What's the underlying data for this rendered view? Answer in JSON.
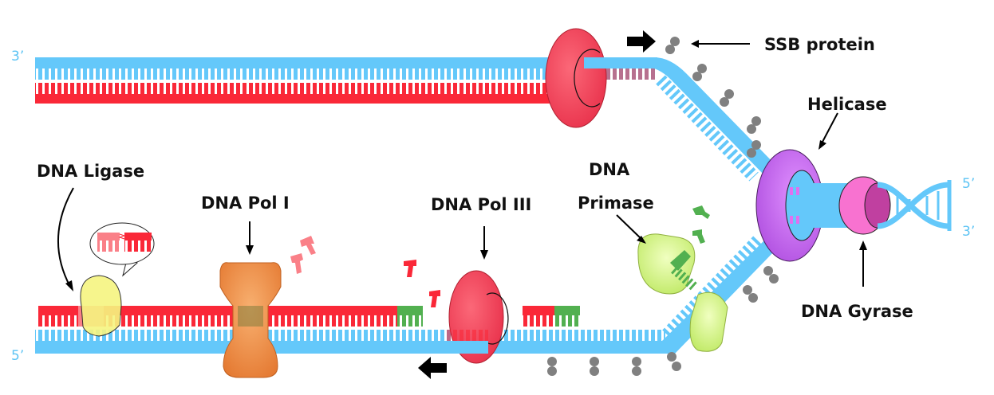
{
  "title": "DNA Replication Fork",
  "colors": {
    "template_strand": "#64c8fa",
    "parent_strand": "#fa2838",
    "okazaki_fragment_old": "#fa8088",
    "rna_primer": "#52b050",
    "helicase": "#c860f0",
    "dna_gyrase": "#f872d0",
    "dna_pol_iii": "#f84860",
    "dna_pol_i": "#f08a48",
    "dna_ligase": "#f6f480",
    "primase": "#cef07a",
    "ssb_protein": "#808080"
  },
  "strand_ends": {
    "top_left": "3’",
    "bottom_left": "5’",
    "right_top": "5’",
    "right_bottom": "3’"
  },
  "labels": {
    "ssb": "SSB protein",
    "helicase": "Helicase",
    "dna_gyrase": "DNA Gyrase",
    "primase_line1": "DNA",
    "primase_line2": "Primase",
    "pol_iii": "DNA Pol III",
    "pol_i": "DNA Pol I",
    "ligase": "DNA Ligase"
  },
  "icons": {
    "direction_arrow_leading": "arrow-right",
    "direction_arrow_lagging": "arrow-left"
  }
}
